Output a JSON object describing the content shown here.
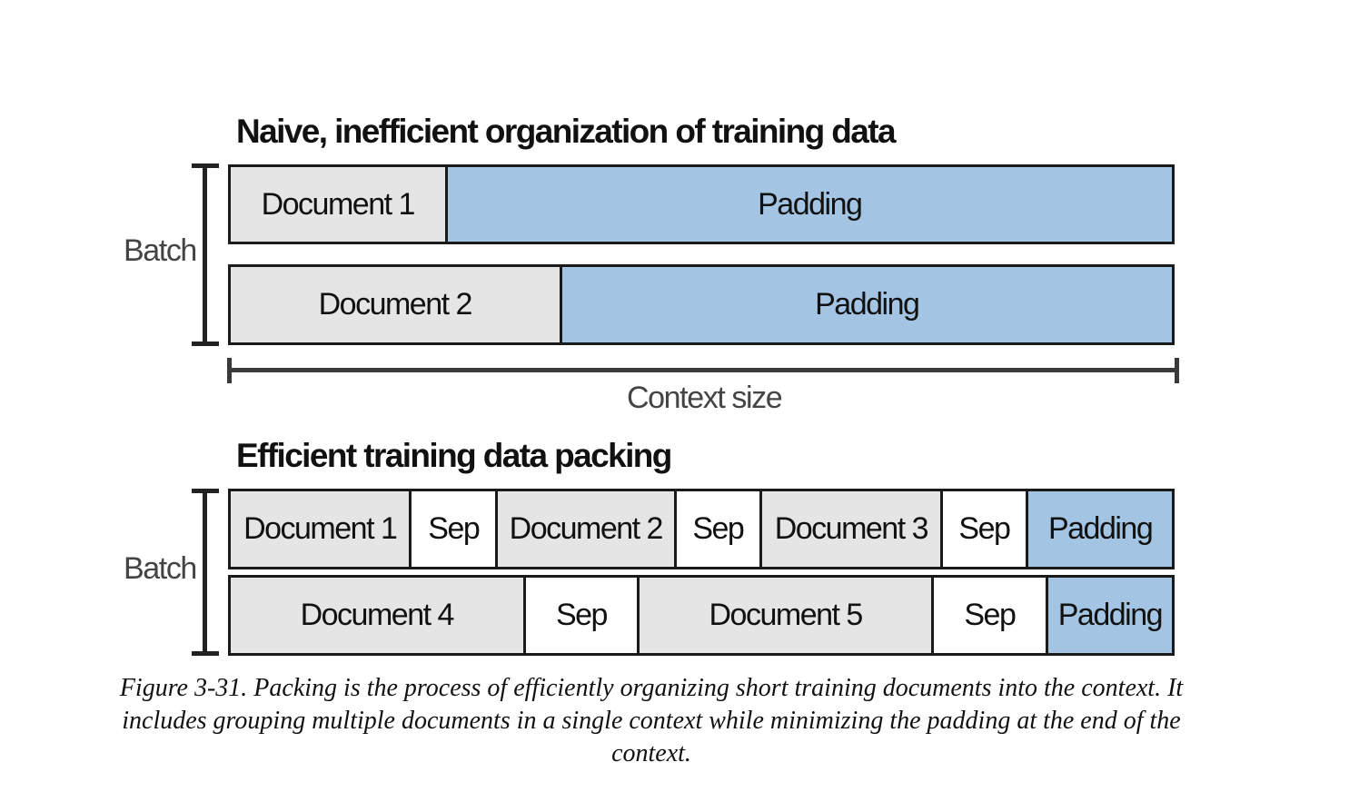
{
  "naive": {
    "title": "Naive, inefficient organization of training data",
    "batch_label": "Batch",
    "rows": [
      {
        "cells": [
          {
            "type": "doc",
            "label": "Document 1",
            "span": 0.228
          },
          {
            "type": "pad",
            "label": "Padding",
            "span": 0.772
          }
        ]
      },
      {
        "cells": [
          {
            "type": "doc",
            "label": "Document 2",
            "span": 0.35
          },
          {
            "type": "pad",
            "label": "Padding",
            "span": 0.65
          }
        ]
      }
    ]
  },
  "context_label": "Context size",
  "packed": {
    "title": "Efficient training data packing",
    "batch_label": "Batch",
    "rows": [
      {
        "cells": [
          {
            "type": "doc",
            "label": "Document 1",
            "span": 0.193
          },
          {
            "type": "sep",
            "label": "Sep",
            "span": 0.09
          },
          {
            "type": "doc",
            "label": "Document 2",
            "span": 0.19
          },
          {
            "type": "sep",
            "label": "Sep",
            "span": 0.09
          },
          {
            "type": "doc",
            "label": "Document 3",
            "span": 0.192
          },
          {
            "type": "sep",
            "label": "Sep",
            "span": 0.09
          },
          {
            "type": "pad",
            "label": "Padding",
            "span": 0.155
          }
        ]
      },
      {
        "cells": [
          {
            "type": "doc",
            "label": "Document 4",
            "span": 0.314
          },
          {
            "type": "sep",
            "label": "Sep",
            "span": 0.12
          },
          {
            "type": "doc",
            "label": "Document 5",
            "span": 0.313
          },
          {
            "type": "sep",
            "label": "Sep",
            "span": 0.12
          },
          {
            "type": "pad",
            "label": "Padding",
            "span": 0.133
          }
        ]
      }
    ]
  },
  "caption": "Figure 3-31. Packing is the process of efficiently organizing short training documents into the context. It includes grouping multiple documents in a single context while minimizing the padding at the end of the context.",
  "colors": {
    "document": "#e5e5e5",
    "separator": "#ffffff",
    "padding": "#a3c5e3",
    "border": "#1a1a1a"
  }
}
